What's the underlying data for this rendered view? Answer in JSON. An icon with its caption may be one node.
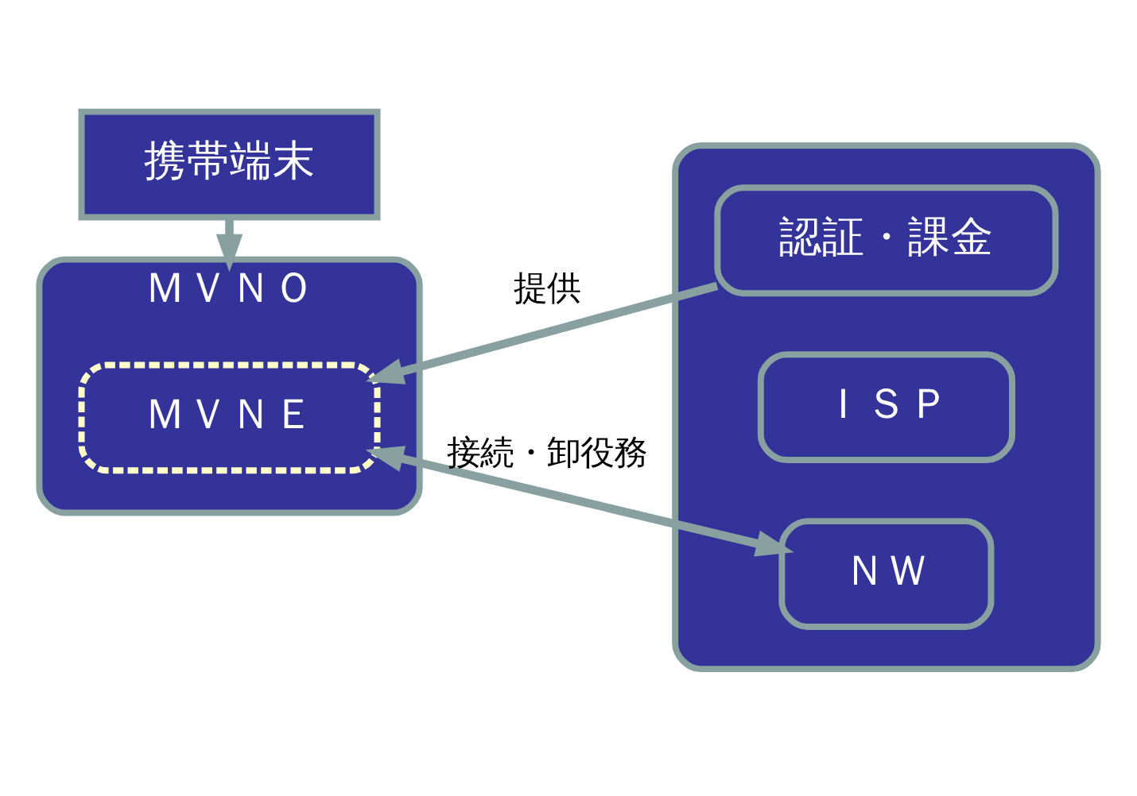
{
  "diagram": {
    "nodes": [
      {
        "text": [
          "ＭＶＮＯ"
        ]
      },
      {
        "text": [
          "ＭＶＮＥ"
        ],
        "in": 0
      },
      {
        "text": [],
        "shape": "box"
      },
      {
        "text": [
          "認証・課金"
        ],
        "in": 2
      },
      {
        "text": [
          "ＩＳＰ"
        ],
        "in": 2
      },
      {
        "text": [
          "ＮＷ"
        ],
        "in": 2
      },
      {
        "text": [
          "携帯端末"
        ]
      }
    ],
    "edges": [
      {
        "from": 3,
        "to": 1,
        "arrow": "to",
        "label": "提供"
      },
      {
        "from": 5,
        "to": 1,
        "arrow": "both",
        "label": "接続・卸役務"
      },
      {
        "from": 6,
        "to": 0,
        "arrow": "to"
      }
    ]
  }
}
